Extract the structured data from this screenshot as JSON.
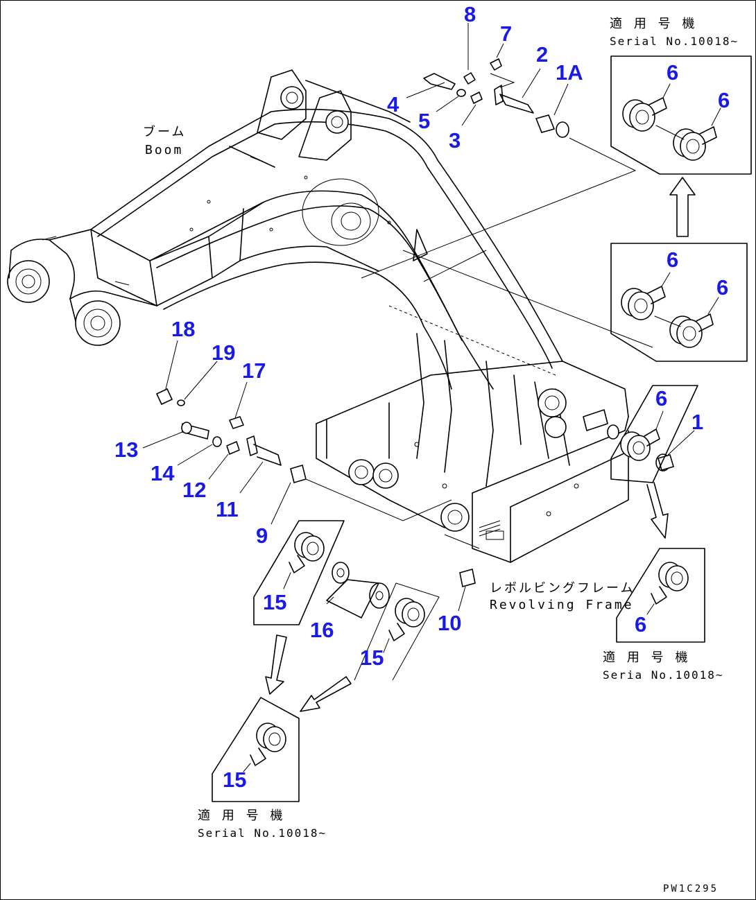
{
  "drawing": {
    "code": "PW1C295",
    "labels": {
      "boom_jp": "ブーム",
      "boom_en": "Boom",
      "frame_jp": "レボルビングフレーム",
      "frame_en": "Revolving Frame"
    },
    "serial_notes": [
      {
        "jp": "適 用 号 機",
        "en": "Serial No.10018~"
      },
      {
        "jp": "適 用 号 機",
        "en": "Seria  No.10018~"
      },
      {
        "jp": "適 用 号 機",
        "en": "Serial No.10018~"
      }
    ],
    "callouts": {
      "c1": "1",
      "c1a": "1A",
      "c2": "2",
      "c3": "3",
      "c4": "4",
      "c5": "5",
      "c6": "6",
      "c7": "7",
      "c8": "8",
      "c9": "9",
      "c10": "10",
      "c11": "11",
      "c12": "12",
      "c13": "13",
      "c14": "14",
      "c15": "15",
      "c16": "16",
      "c17": "17",
      "c18": "18",
      "c19": "19"
    },
    "callout_color": "#1a1ae6"
  }
}
